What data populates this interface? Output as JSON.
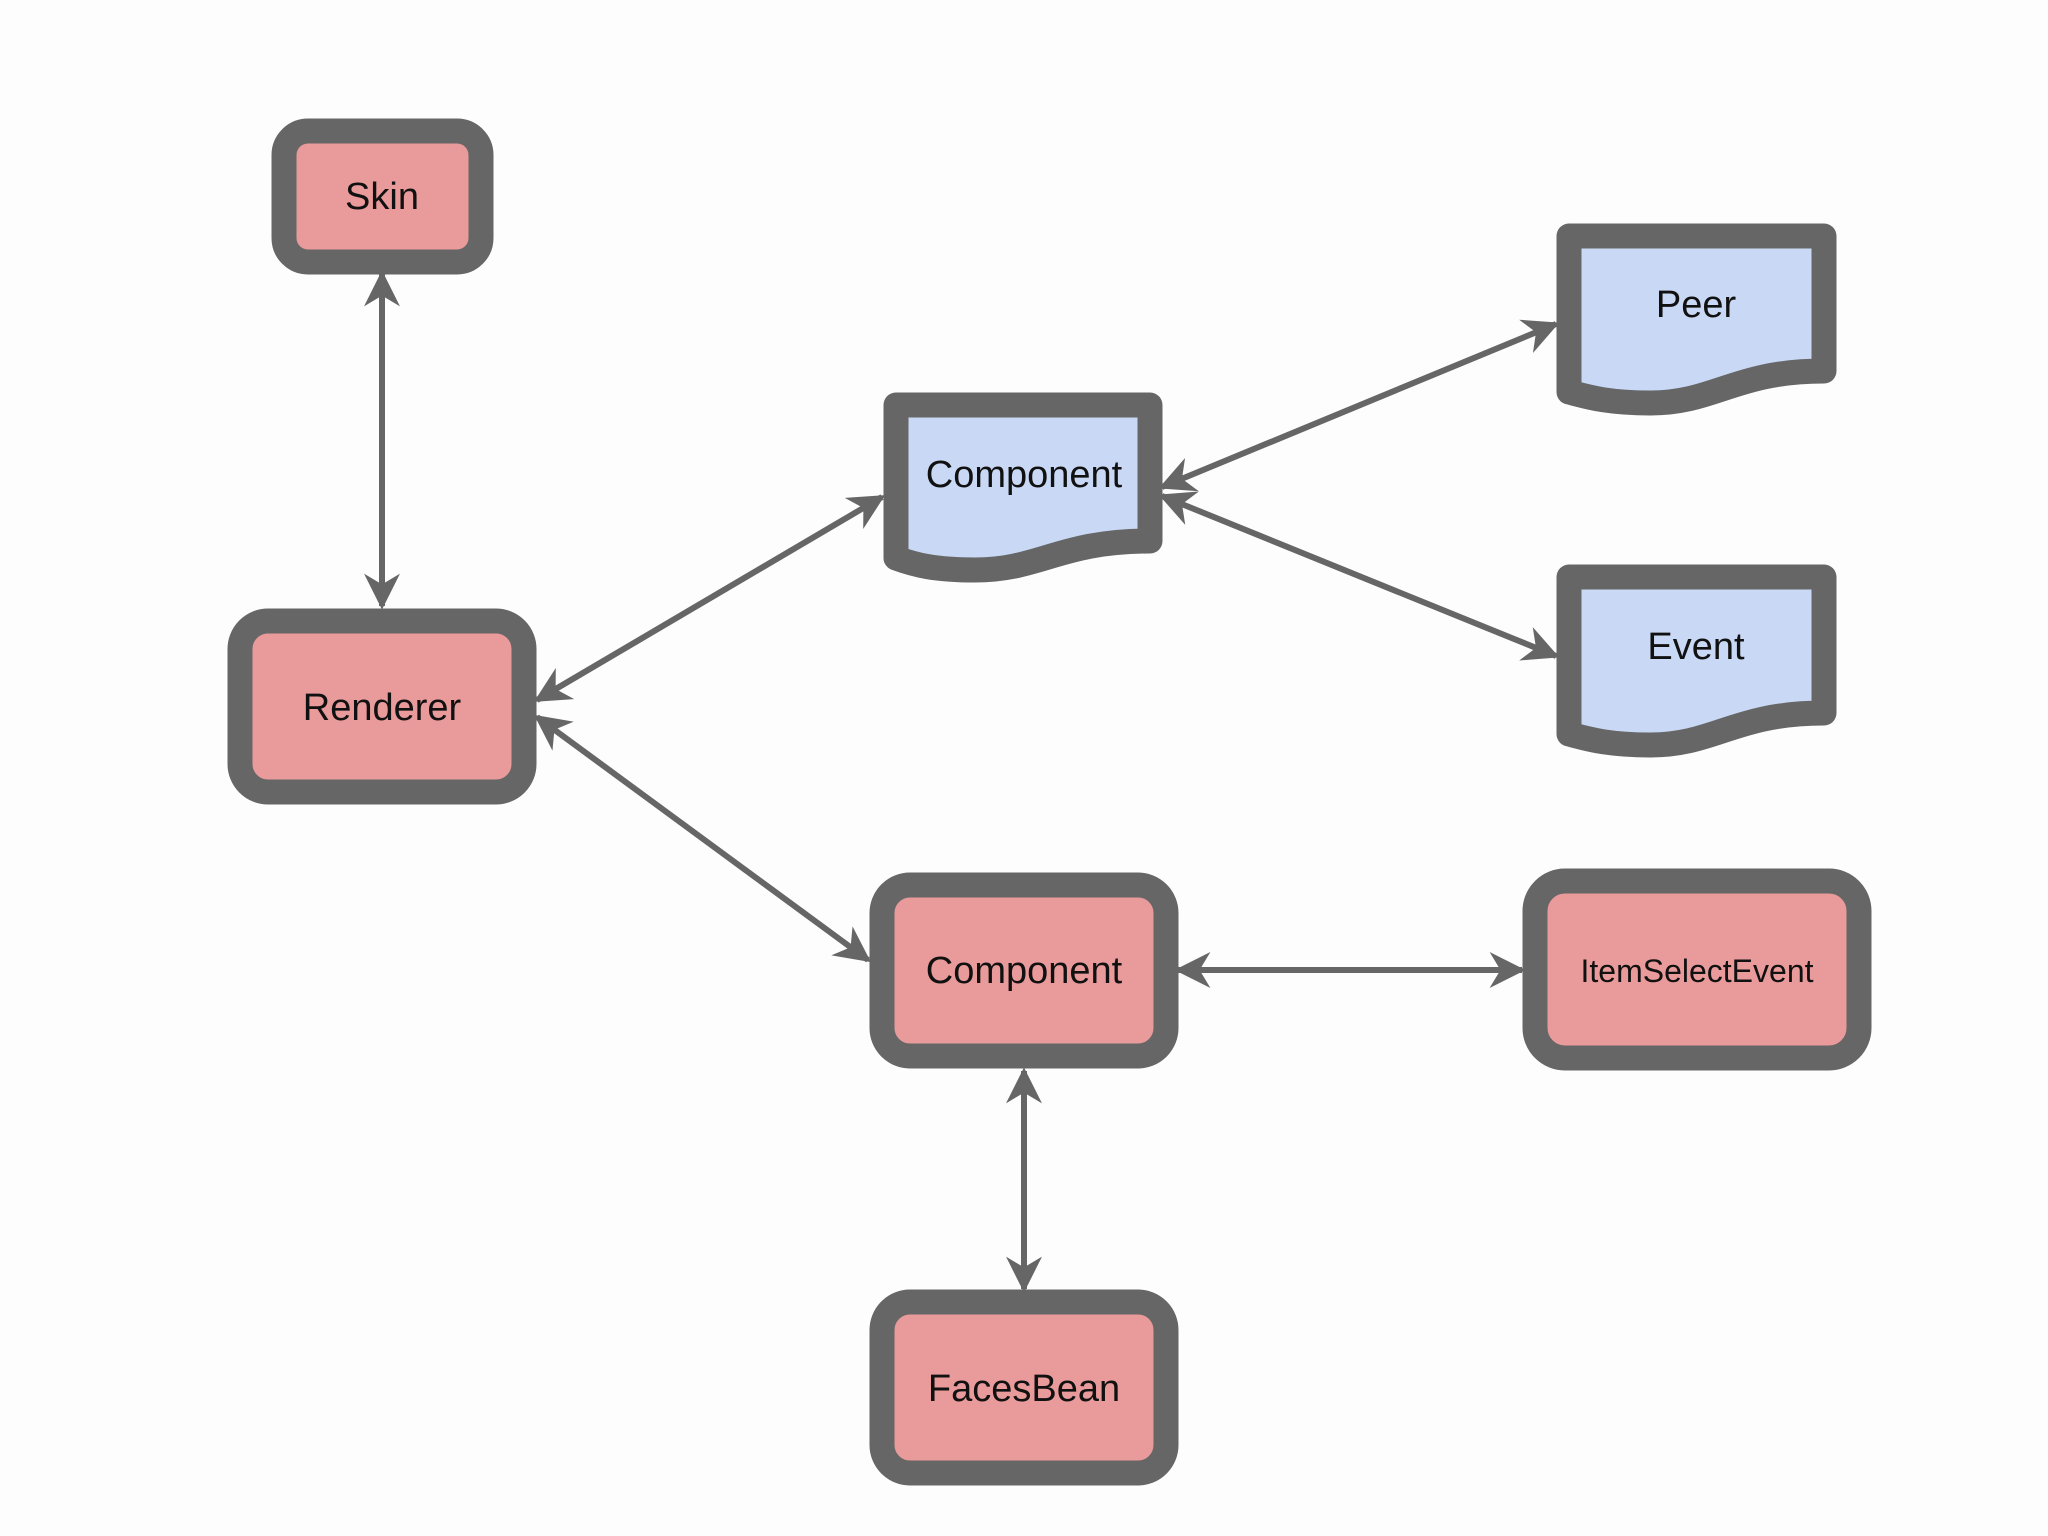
{
  "colors": {
    "background": "#fdfdfd",
    "border": "#666666",
    "connector": "#666666",
    "pink_fill": "#e99a9a",
    "blue_fill": "#c9d9f5",
    "text": "#111111"
  },
  "nodes": {
    "skin": {
      "label": "Skin",
      "shape": "rounded-rectangle",
      "color": "pink"
    },
    "renderer": {
      "label": "Renderer",
      "shape": "rounded-rectangle",
      "color": "pink"
    },
    "component_doc": {
      "label": "Component",
      "shape": "document",
      "color": "blue"
    },
    "peer": {
      "label": "Peer",
      "shape": "document",
      "color": "blue"
    },
    "event": {
      "label": "Event",
      "shape": "document",
      "color": "blue"
    },
    "component_box": {
      "label": "Component",
      "shape": "rounded-rectangle",
      "color": "pink"
    },
    "item_select_event": {
      "label": "ItemSelectEvent",
      "shape": "rounded-rectangle",
      "color": "pink"
    },
    "faces_bean": {
      "label": "FacesBean",
      "shape": "rounded-rectangle",
      "color": "pink"
    }
  },
  "edges": [
    {
      "from": "Skin",
      "to": "Renderer",
      "direction": "both"
    },
    {
      "from": "Renderer",
      "to": "Component (document)",
      "direction": "both"
    },
    {
      "from": "Renderer",
      "to": "Component (box)",
      "direction": "both"
    },
    {
      "from": "Component (document)",
      "to": "Peer",
      "direction": "both"
    },
    {
      "from": "Component (document)",
      "to": "Event",
      "direction": "both"
    },
    {
      "from": "Component (box)",
      "to": "ItemSelectEvent",
      "direction": "both"
    },
    {
      "from": "Component (box)",
      "to": "FacesBean",
      "direction": "both"
    }
  ]
}
